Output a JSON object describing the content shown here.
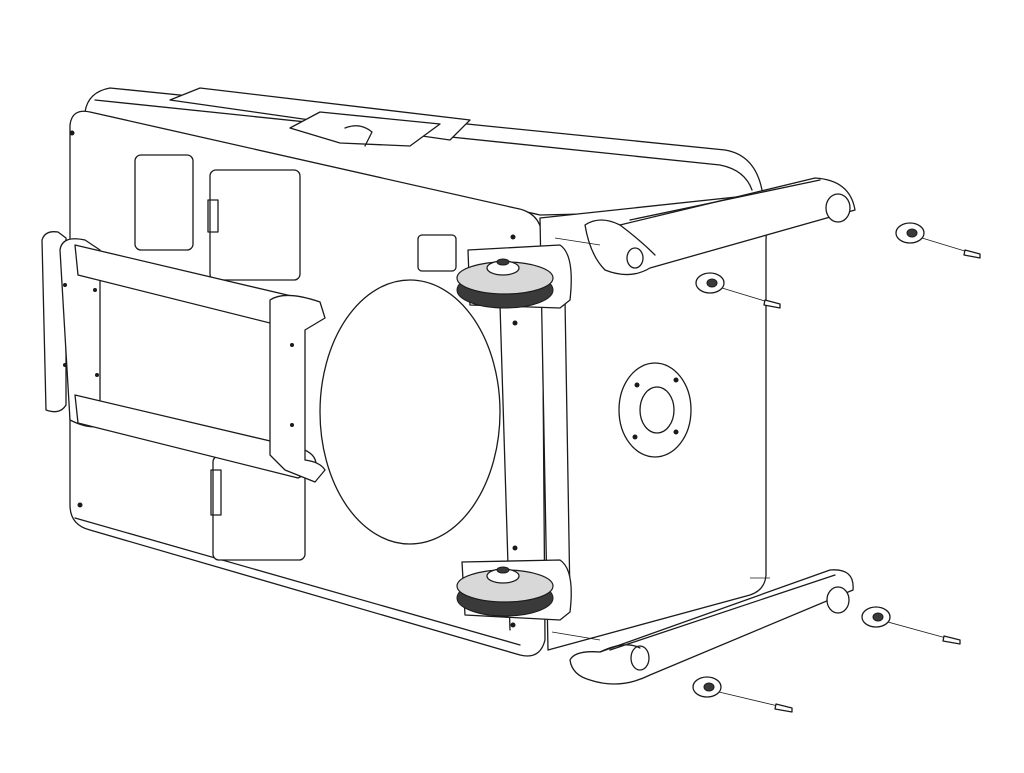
{
  "diagram": {
    "type": "exploded-assembly-line-drawing",
    "line_color": "#1a1a1a",
    "background": "#ffffff",
    "parts": [
      "enclosure-body",
      "top-panel",
      "side-handle",
      "speaker-grille-circle",
      "castor-wheel-top",
      "castor-wheel-bottom",
      "rear-connector-plate",
      "top-handle-bar",
      "bottom-handle-bar",
      "spacer",
      "screw"
    ]
  }
}
